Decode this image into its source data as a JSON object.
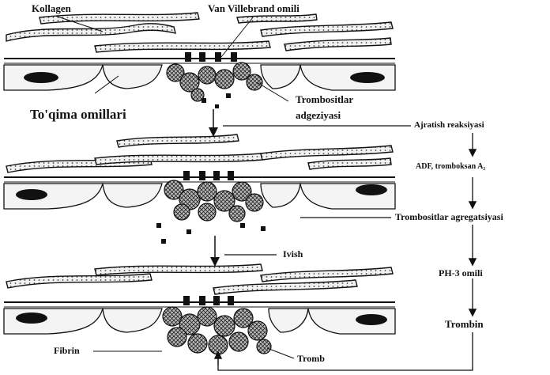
{
  "labels": {
    "kollagen": "Kollagen",
    "van_villebrand": "Van Villebrand omili",
    "toqima_omillari": "To'qima omillari",
    "trombositlar": "Trombositlar",
    "adgeziyasi": "adgeziyasi",
    "ajratish_reaksiyasi": "Ajratish reaksiyasi",
    "adf_tromboksan": "ADF, tromboksan A₂",
    "trombositlar_agregatsiyasi": "Trombositlar agregatsiyasi",
    "ivish": "Ivish",
    "ph3_omili": "PH-3 omili",
    "trombin": "Trombin",
    "fibrin": "Fibrin",
    "tromb": "Tromb"
  },
  "colors": {
    "ink": "#111111",
    "cell_fill": "#f4f4f4",
    "platelet_fill": "#9a9a9a",
    "nucleus_fill": "#111111"
  }
}
